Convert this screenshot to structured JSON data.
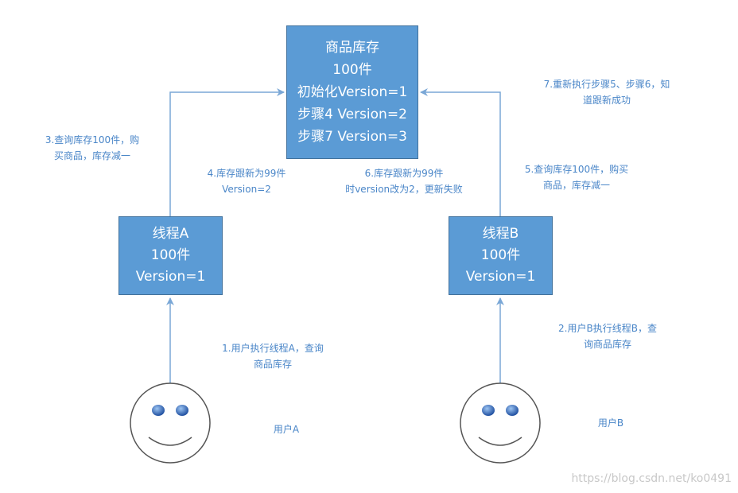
{
  "boxes": {
    "inventory": {
      "line1": "商品库存",
      "line2": "100件",
      "line3": "初始化Version=1",
      "line4": "步骤4  Version=2",
      "line5": "步骤7  Version=3"
    },
    "thread_a": {
      "line1": "线程A",
      "line2": "100件",
      "line3": "Version=1"
    },
    "thread_b": {
      "line1": "线程B",
      "line2": "100件",
      "line3": "Version=1"
    }
  },
  "notes": {
    "step1": {
      "line1": "1.用户执行线程A，查询",
      "line2": "商品库存"
    },
    "step2": {
      "line1": "2.用户B执行线程B，查",
      "line2": "询商品库存"
    },
    "step3": {
      "line1": "3.查询库存100件，购",
      "line2": "买商品，库存减一"
    },
    "step4": {
      "line1": "4.库存跟新为99件",
      "line2": "Version=2"
    },
    "step5": {
      "line1": "5.查询库存100件，购买",
      "line2": "商品，库存减一"
    },
    "step6": {
      "line1": "6.库存跟新为99件",
      "line2": "时version改为2，更新失败"
    },
    "step7": {
      "line1": "7.重新执行步骤5、步骤6，知",
      "line2": "道跟新成功"
    }
  },
  "users": {
    "a_label": "用户A",
    "b_label": "用户B"
  },
  "watermark": "https://blog.csdn.net/ko0491",
  "colors": {
    "box_fill": "#5b9bd5",
    "box_border": "#41719c",
    "arrow": "#7aa7d6",
    "note_text": "#4a86c8",
    "eye": "#2e62b5"
  },
  "icons": {
    "user": "smiley-face-icon"
  }
}
